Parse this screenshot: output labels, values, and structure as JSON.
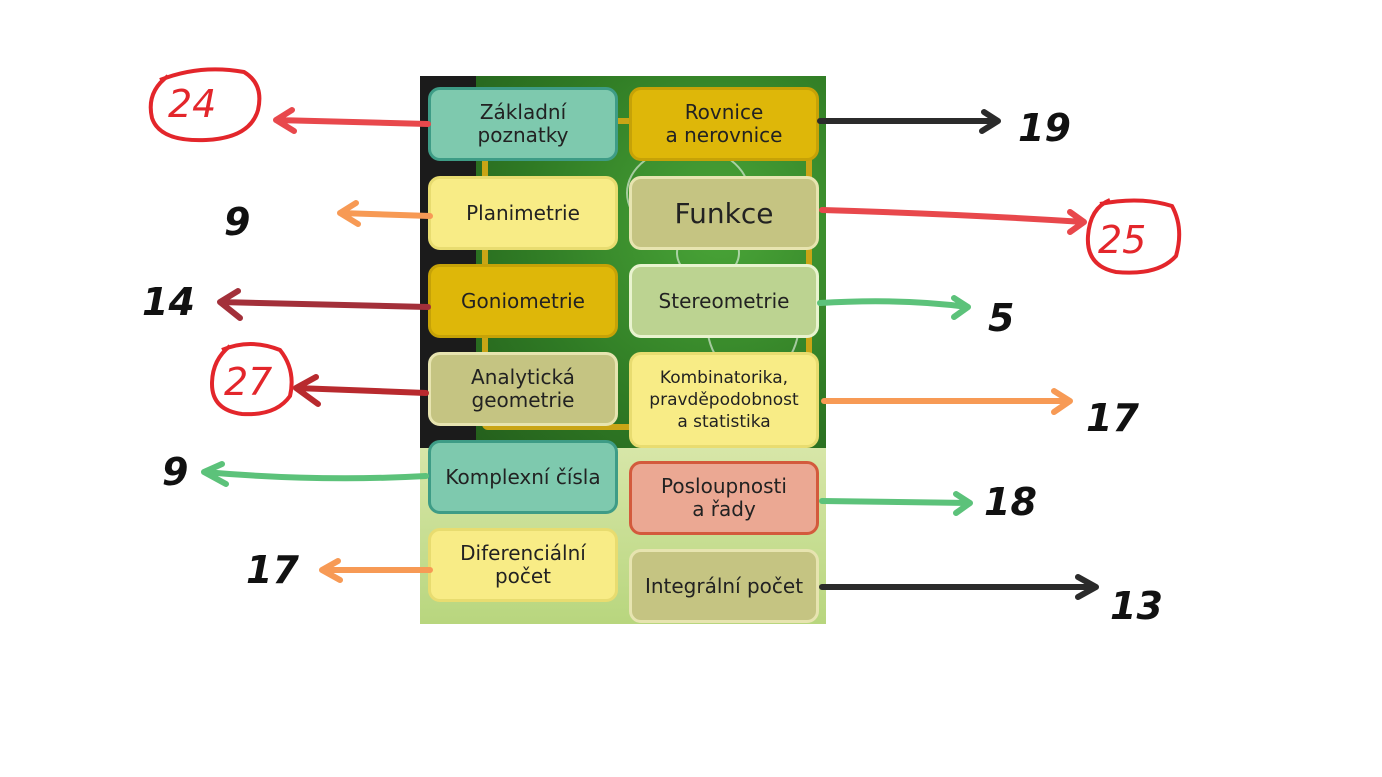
{
  "tiles": {
    "zakladni_poznatky": "Základní\npoznatky",
    "rovnice_nerovnice": "Rovnice\na nerovnice",
    "planimetrie": "Planimetrie",
    "funkce": "Funkce",
    "goniometrie": "Goniometrie",
    "stereometrie": "Stereometrie",
    "analyticka_geometrie": "Analytická\ngeometrie",
    "kombinatorika": "Kombinatorika,\npravděpodobnost\na statistika",
    "komplexni_cisla": "Komplexní čísla",
    "posloupnosti": "Posloupnosti\na řady",
    "diferencialni_pocet": "Diferenciální\npočet",
    "integralni_pocet": "Integrální počet"
  },
  "counts": {
    "zakladni_poznatky": "24",
    "rovnice_nerovnice": "19",
    "planimetrie": "9",
    "funkce": "25",
    "goniometrie": "14",
    "stereometrie": "5",
    "analyticka_geometrie": "27",
    "kombinatorika": "17",
    "komplexni_cisla": "9",
    "posloupnosti": "18",
    "diferencialni_pocet": "17",
    "integralni_pocet": "13"
  },
  "colors": {
    "red": "#e8484c",
    "dark_red": "#a3303a",
    "orange": "#f79a55",
    "green": "#5cc27a",
    "black": "#2b2b2b"
  }
}
